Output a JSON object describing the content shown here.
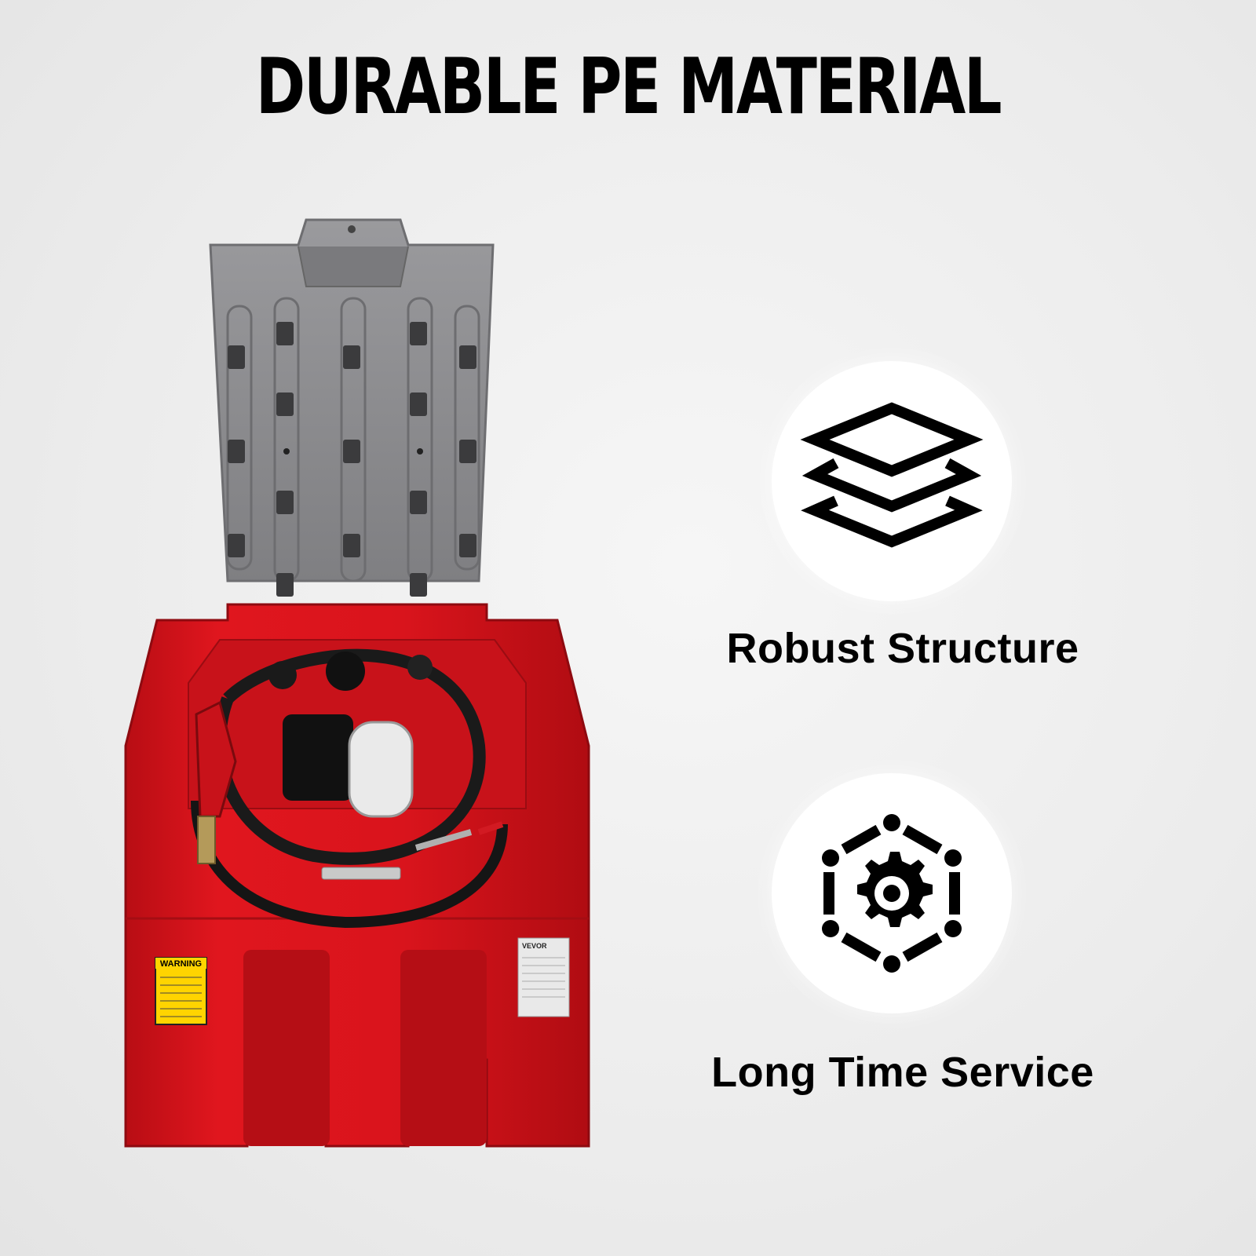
{
  "headline": "DURABLE PE MATERIAL",
  "product": {
    "image_name": "portable-fuel-transfer-tank",
    "warning_label": "WARNING",
    "brand_label": "VEVOR",
    "colors": {
      "tank": "#d9141c",
      "lid": "#8f8f92",
      "hose": "#1a1a1a"
    }
  },
  "features": [
    {
      "icon": "layers-icon",
      "label": "Robust Structure"
    },
    {
      "icon": "gear-cycle-icon",
      "label": "Long Time Service"
    }
  ]
}
